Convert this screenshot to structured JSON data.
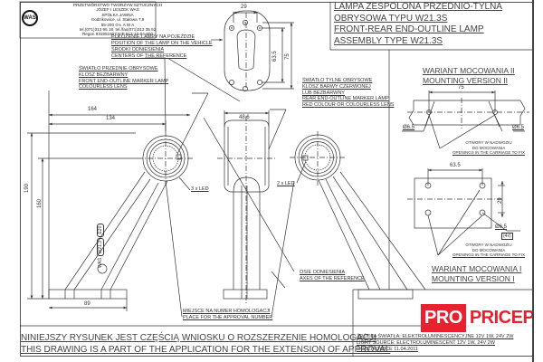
{
  "company": {
    "logo_text": "WAŚ",
    "lines": [
      "PRZETWÓRSTWO TWORZYW SZTUCZNYCH",
      "JÓZEF I LESZEK WAŚ",
      "SPÓŁKA JAWNA",
      "Godzikowice, ul. Stalowa 7,9",
      "55-200  O Ł A W A",
      "tel.(071)313 95 18, tel./fax(071)313 35 52",
      "Regon 931951907 NIP 912-10-54-900"
    ]
  },
  "title": {
    "lines": [
      "LAMPA ZESPOLONA PRZEDNIO-TYLNA",
      "OBRYSOWA TYPU W21.3S",
      "FRONT-REAR END-OUTLINE LAMP",
      "ASSEMBLY TYPE W21.3S"
    ]
  },
  "labels": {
    "position_on_vehicle": [
      "POŁOŻENIE LAMPY NA POJEŹDZIE",
      "POSITION OF THE LAMP ON THE VEHICLE"
    ],
    "centers_of_reference": [
      "ŚRODKI ODNIESIENIA",
      "CENTERS OF THE REFERENCE"
    ],
    "front_lamp": [
      "ŚWIATŁO PRZEDNIE OBRYSOWE",
      "KLOSZ BEZBARWNY",
      "FRONT END-OUTLINE MARKER LAMP",
      "COLOURLESS LENS"
    ],
    "rear_lamp": [
      "ŚWIATŁO TYLNE OBRYSOWE",
      "KLOSZ BARWY CZERWONEJ",
      "LUB BEZBARWNY",
      "REAR END-OUTLINE MARKER LAMP",
      "RED COLOUR OR COLOURLESS LENS"
    ],
    "led_front": "3 x LED",
    "led_rear": "2 x LED",
    "axes_of_reference": [
      "OSIE ODNIESIENIA",
      "AXES OF THE REFERENCE"
    ],
    "approval_number_place": [
      "MIEJSCE NA NUMER HOMOLOGACJI",
      "PLACE FOR THE APPROVAL NUMBER"
    ],
    "arm_marking": [
      "WAŚ",
      "W21.3",
      "E20"
    ]
  },
  "dimensions": {
    "top_view_width": "29",
    "top_view_inner": "63.5",
    "top_view_outer": "75",
    "overall_width": "164",
    "arm_width": "134",
    "overall_height": "190",
    "center_height": "160",
    "base_width": "89",
    "lamp_diameter": "48.6"
  },
  "mounting_v2": {
    "title": [
      "WARIANT MOCOWANIA II",
      "MOUNTING VERSION II"
    ],
    "spacing": "75",
    "hole_left": "Ø6.5",
    "hole_right": "Ø6.5",
    "openings_note": [
      "OTWORY W NADWOZIU",
      "DO MOCOWANIA",
      "OPENINGS IN THE CARRIAGE TO FIX"
    ]
  },
  "mounting_v1": {
    "title": [
      "WARIANT MOCOWANIA I",
      "MOUNTING VERSION I"
    ],
    "spacing": "63.5",
    "height": "29",
    "hole": "Ø6.5",
    "hole_count": "(4x)",
    "openings_note": [
      "OTWORY W NADWOZIU",
      "DO MOCOWANIA",
      "OPENINGS IN THE CARRIAGE TO FIX"
    ]
  },
  "footer": {
    "statement": [
      "NINIEJSZY RYSUNEK JEST CZĘŚCIĄ WNIOSKU O  ROZSZERZENIE  HOMOLOGACJI",
      "THIS DRAWING IS A PART OF THE APPLICATION FOR THE EXTENSION OF APPROVAL"
    ],
    "light_source": [
      "ŹRÓDŁA ŚWIATŁA: ELEKTROLUMINESCENCYJNE 12V 1W, 24V 2W",
      "LIGHT SOURCE: ELECTROLUMINESCENT  12V  1W, 24V  2W",
      "GODZIKOWICE 11.04.2011"
    ]
  },
  "watermark": {
    "part1": "PRO",
    "part2": "PRICEP",
    "color": "#e8212e"
  }
}
